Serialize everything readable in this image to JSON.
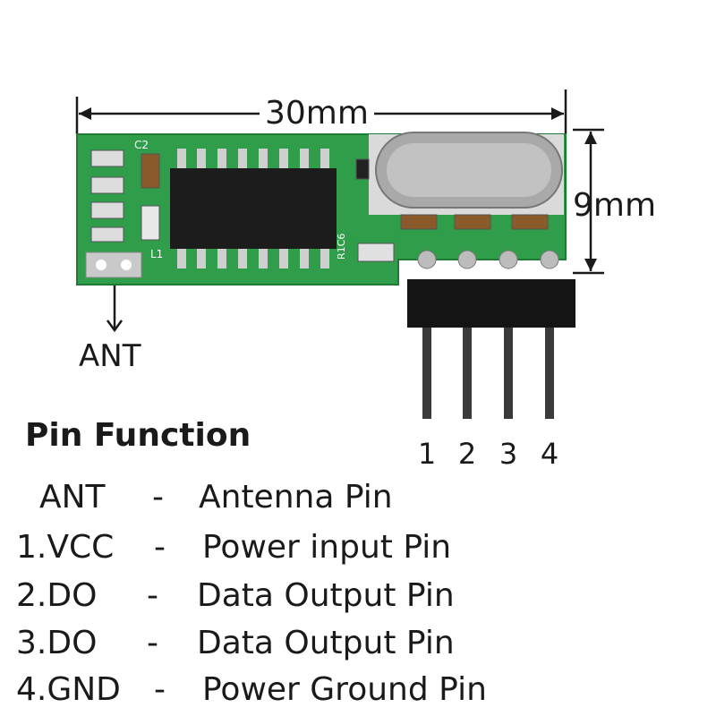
{
  "dimensions": {
    "width": "30mm",
    "height": "9mm"
  },
  "antenna_label": "ANT",
  "header_pins": [
    "1",
    "2",
    "3",
    "4"
  ],
  "board_silkscreen": {
    "cap": "C2",
    "inductor": "L1",
    "resistor_cap": "R1C6"
  },
  "pin_function": {
    "title": "Pin Function",
    "rows": [
      {
        "pin": "ANT",
        "sep": "-",
        "desc": "Antenna Pin"
      },
      {
        "pin": "1.VCC",
        "sep": "-",
        "desc": "Power input Pin"
      },
      {
        "pin": "2.DO",
        "sep": "-",
        "desc": "Data Output Pin"
      },
      {
        "pin": "3.DO",
        "sep": "-",
        "desc": "Data Output Pin"
      },
      {
        "pin": "4.GND",
        "sep": "-",
        "desc": "Power Ground Pin"
      }
    ]
  },
  "colors": {
    "pcb": "#2f9d4a",
    "pcb_dark": "#1f7a35",
    "chip": "#1c1c1c",
    "crystal": "#b8b8b8",
    "header": "#141414",
    "pad": "#c9c9c9"
  }
}
